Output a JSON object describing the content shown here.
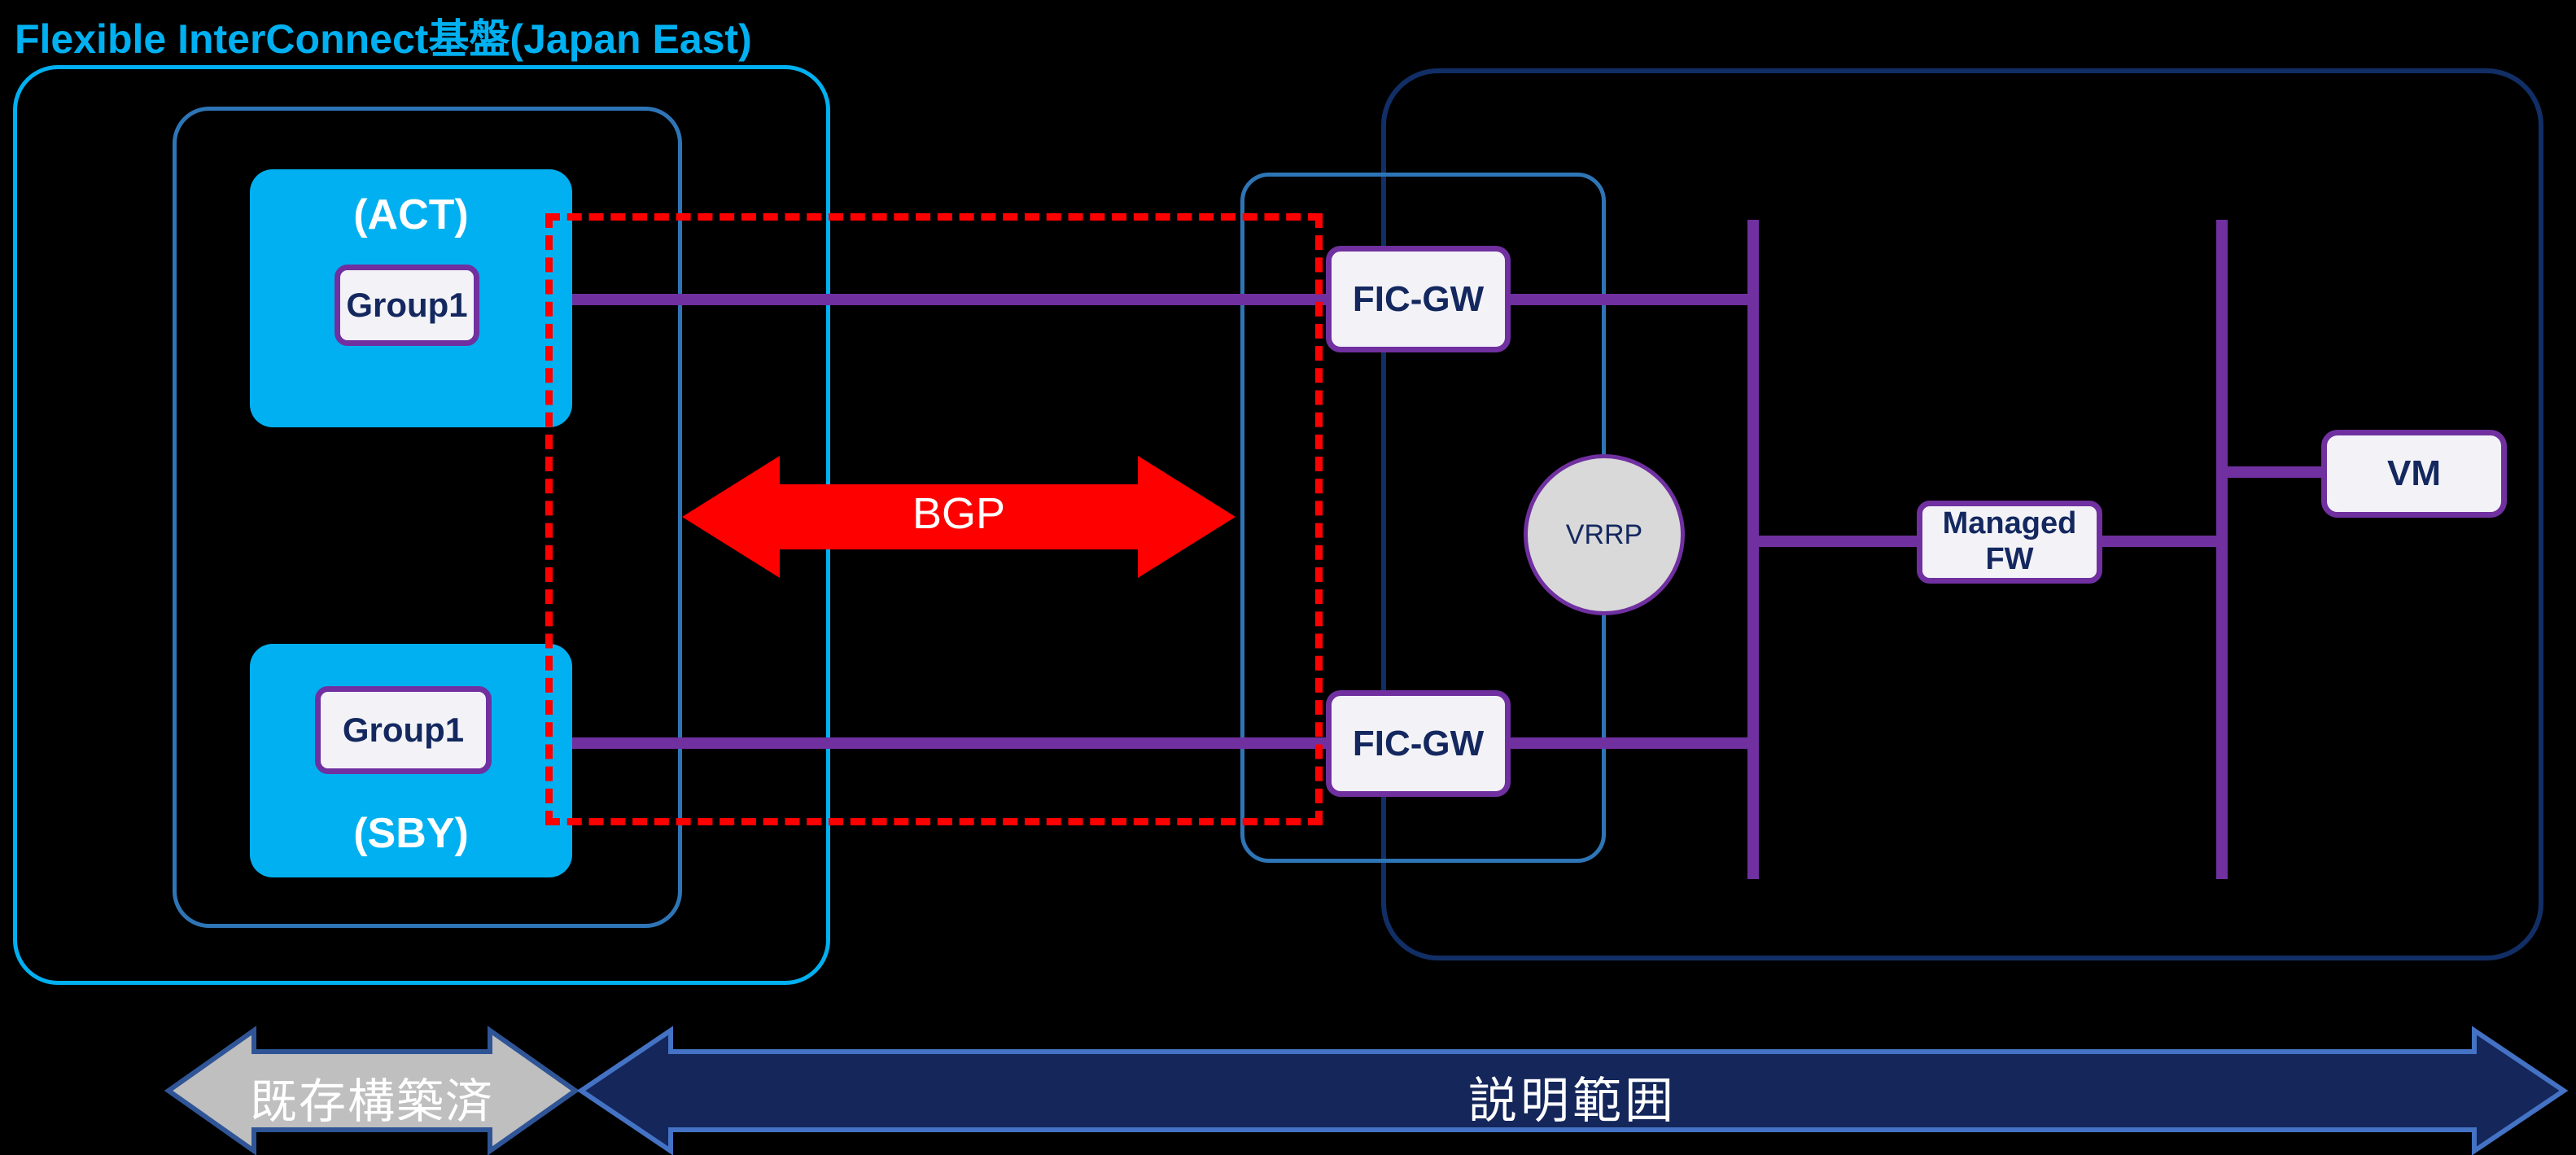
{
  "title": "Flexible InterConnect基盤(Japan East)",
  "colors": {
    "background": "#000000",
    "cyan": "#00B0F0",
    "medium_blue": "#2E75B6",
    "dark_navy_border": "#112F66",
    "purple": "#7030A0",
    "red": "#FF0000",
    "node_fill": "#F3F3F7",
    "node_text": "#14285F",
    "vrrp_fill": "#D9D9D9",
    "gray_arrow_fill": "#BFBFBF",
    "gray_arrow_border": "#2F5597",
    "navy_arrow_fill": "#14265A",
    "navy_arrow_border": "#4472C4"
  },
  "nodes": {
    "act_label": "(ACT)",
    "sby_label": "(SBY)",
    "group1_act": "Group1",
    "group1_sby": "Group1",
    "fic_gw_top": "FIC-GW",
    "fic_gw_bottom": "FIC-GW",
    "vrrp": "VRRP",
    "managed_fw_line1": "Managed",
    "managed_fw_line2": "FW",
    "vm": "VM"
  },
  "annotations": {
    "bgp": "BGP",
    "legend_existing": "既存構築済",
    "legend_scope": "説明範囲"
  }
}
